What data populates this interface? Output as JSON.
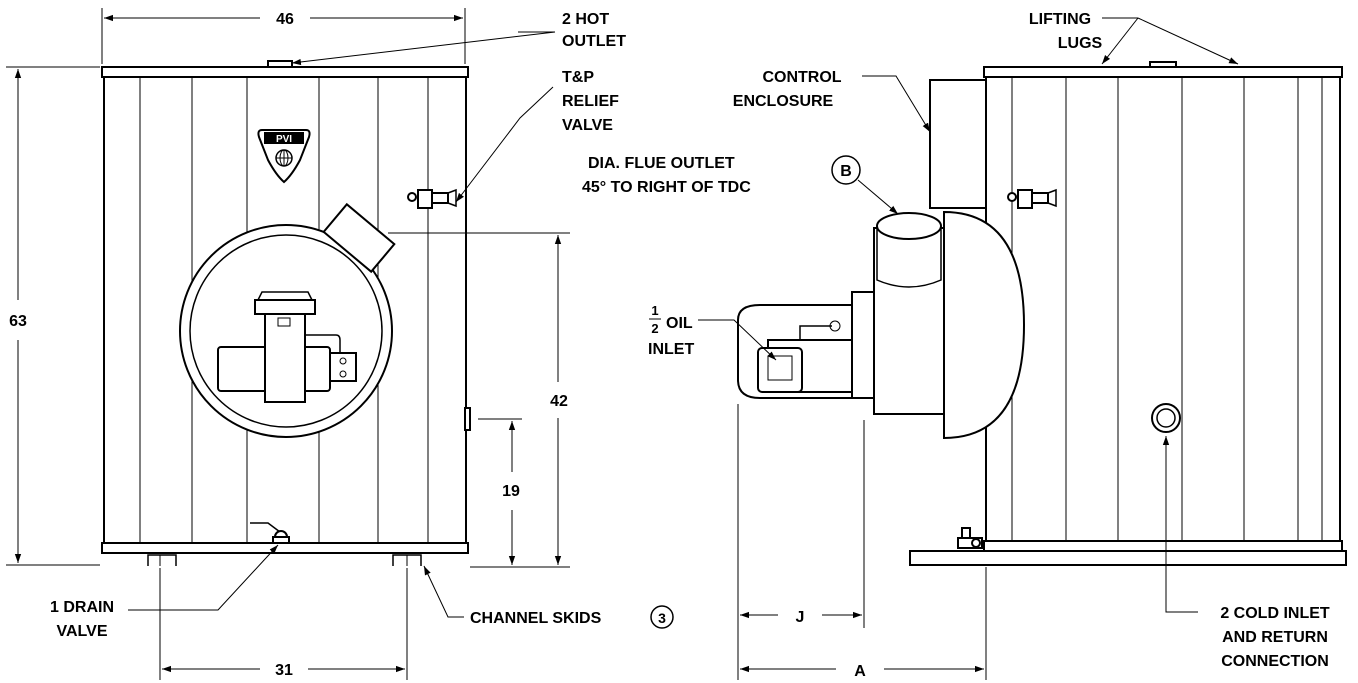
{
  "dimensions": {
    "width_top": "46",
    "height_overall": "63",
    "height_upper": "42",
    "height_lower": "19",
    "skid_spacing": "31",
    "dim_j": "J",
    "dim_a": "A"
  },
  "labels": {
    "hot_outlet_line1": "2 HOT",
    "hot_outlet_line2": "OUTLET",
    "tp_relief_line1": "T&P",
    "tp_relief_line2": "RELIEF",
    "tp_relief_line3": "VALVE",
    "drain_line1": "1 DRAIN",
    "drain_line2": "VALVE",
    "channel_skids": "CHANNEL SKIDS",
    "channel_skids_callout": "3",
    "lifting_line1": "LIFTING",
    "lifting_line2": "LUGS",
    "control_line1": "CONTROL",
    "control_line2": "ENCLOSURE",
    "flue_line1": "DIA. FLUE OUTLET",
    "flue_line2": "45° TO RIGHT OF TDC",
    "flue_callout": "B",
    "oil_numerator": "1",
    "oil_denominator": "2",
    "oil_line1": "OIL",
    "oil_line2": "INLET",
    "cold_line1": "2 COLD INLET",
    "cold_line2": "AND RETURN",
    "cold_line3": "CONNECTION"
  },
  "logo": {
    "text": "PVI"
  }
}
